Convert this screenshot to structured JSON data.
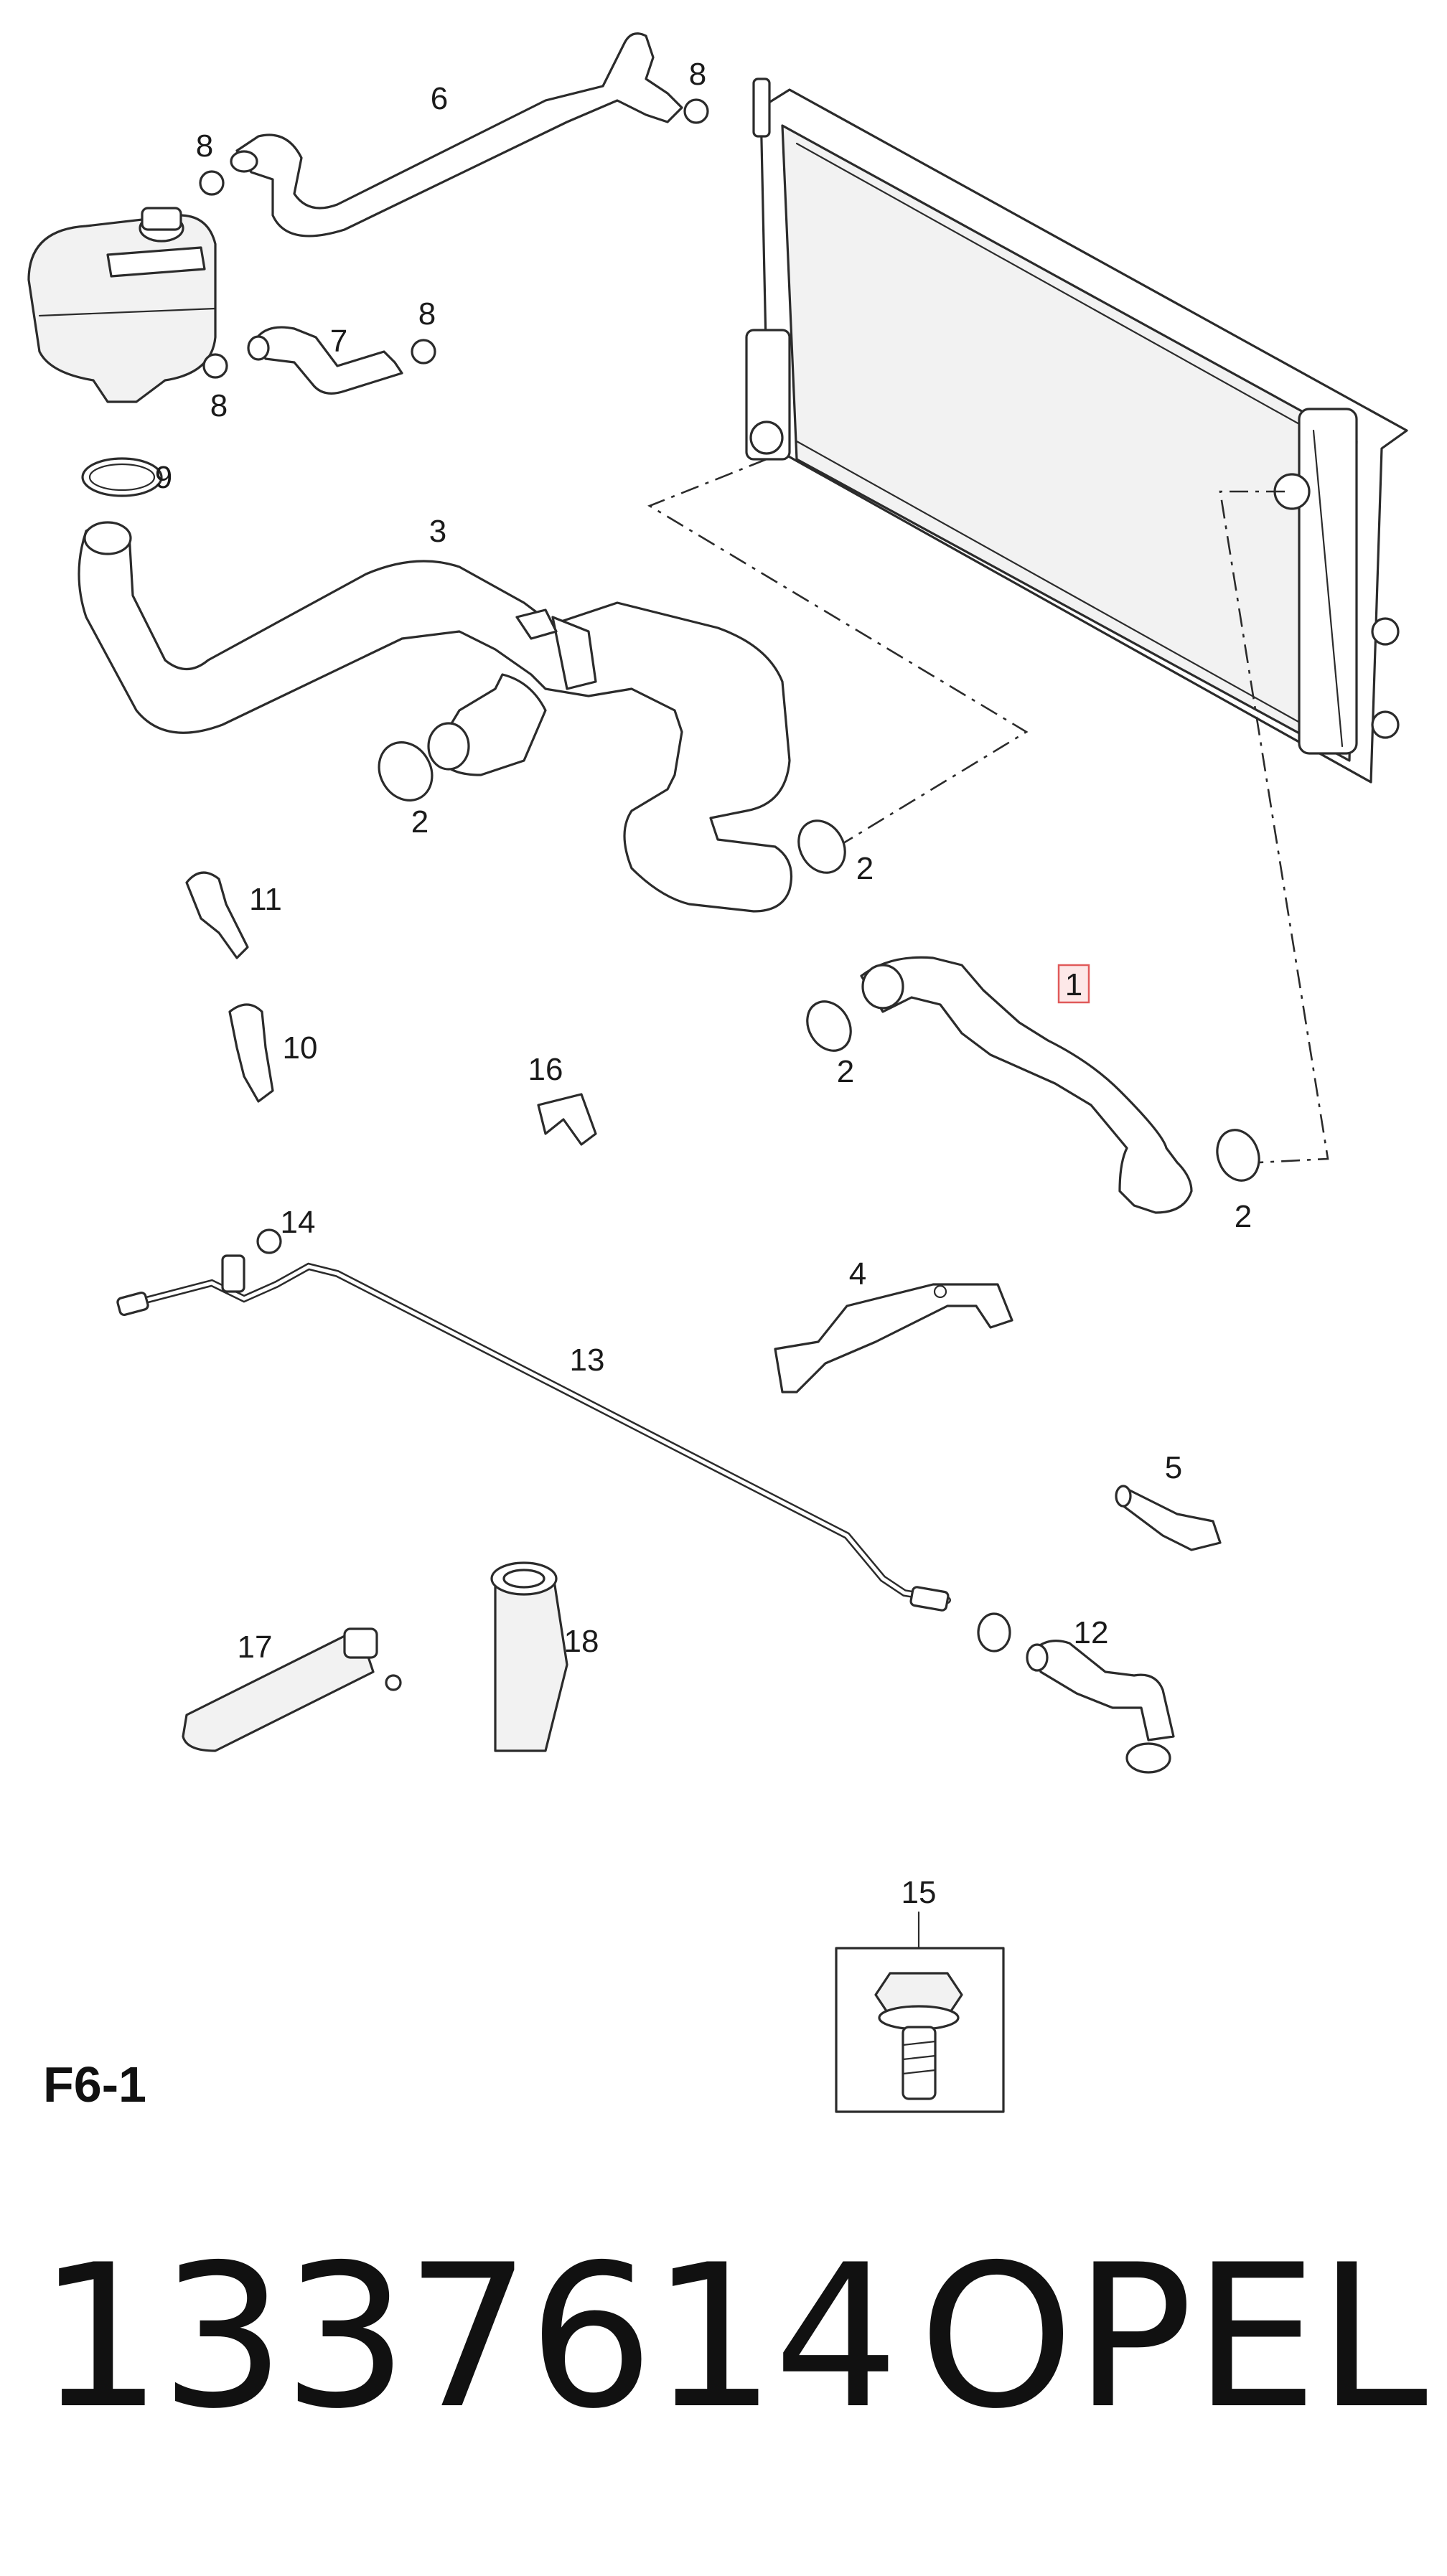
{
  "diagram": {
    "code": "F6-1",
    "callouts": {
      "c1": "1",
      "c2a": "2",
      "c2b": "2",
      "c2c": "2",
      "c2d": "2",
      "c3": "3",
      "c4": "4",
      "c5": "5",
      "c6": "6",
      "c7": "7",
      "c8a": "8",
      "c8b": "8",
      "c8c": "8",
      "c8d": "8",
      "c9": "9",
      "c10": "10",
      "c11": "11",
      "c12": "12",
      "c13": "13",
      "c14": "14",
      "c15": "15",
      "c16": "16",
      "c17": "17",
      "c18": "18"
    },
    "highlighted_callout": "1",
    "highlight_color": "#e05a5a"
  },
  "footer": {
    "part_number": "1337614",
    "brand": "OPEL"
  }
}
